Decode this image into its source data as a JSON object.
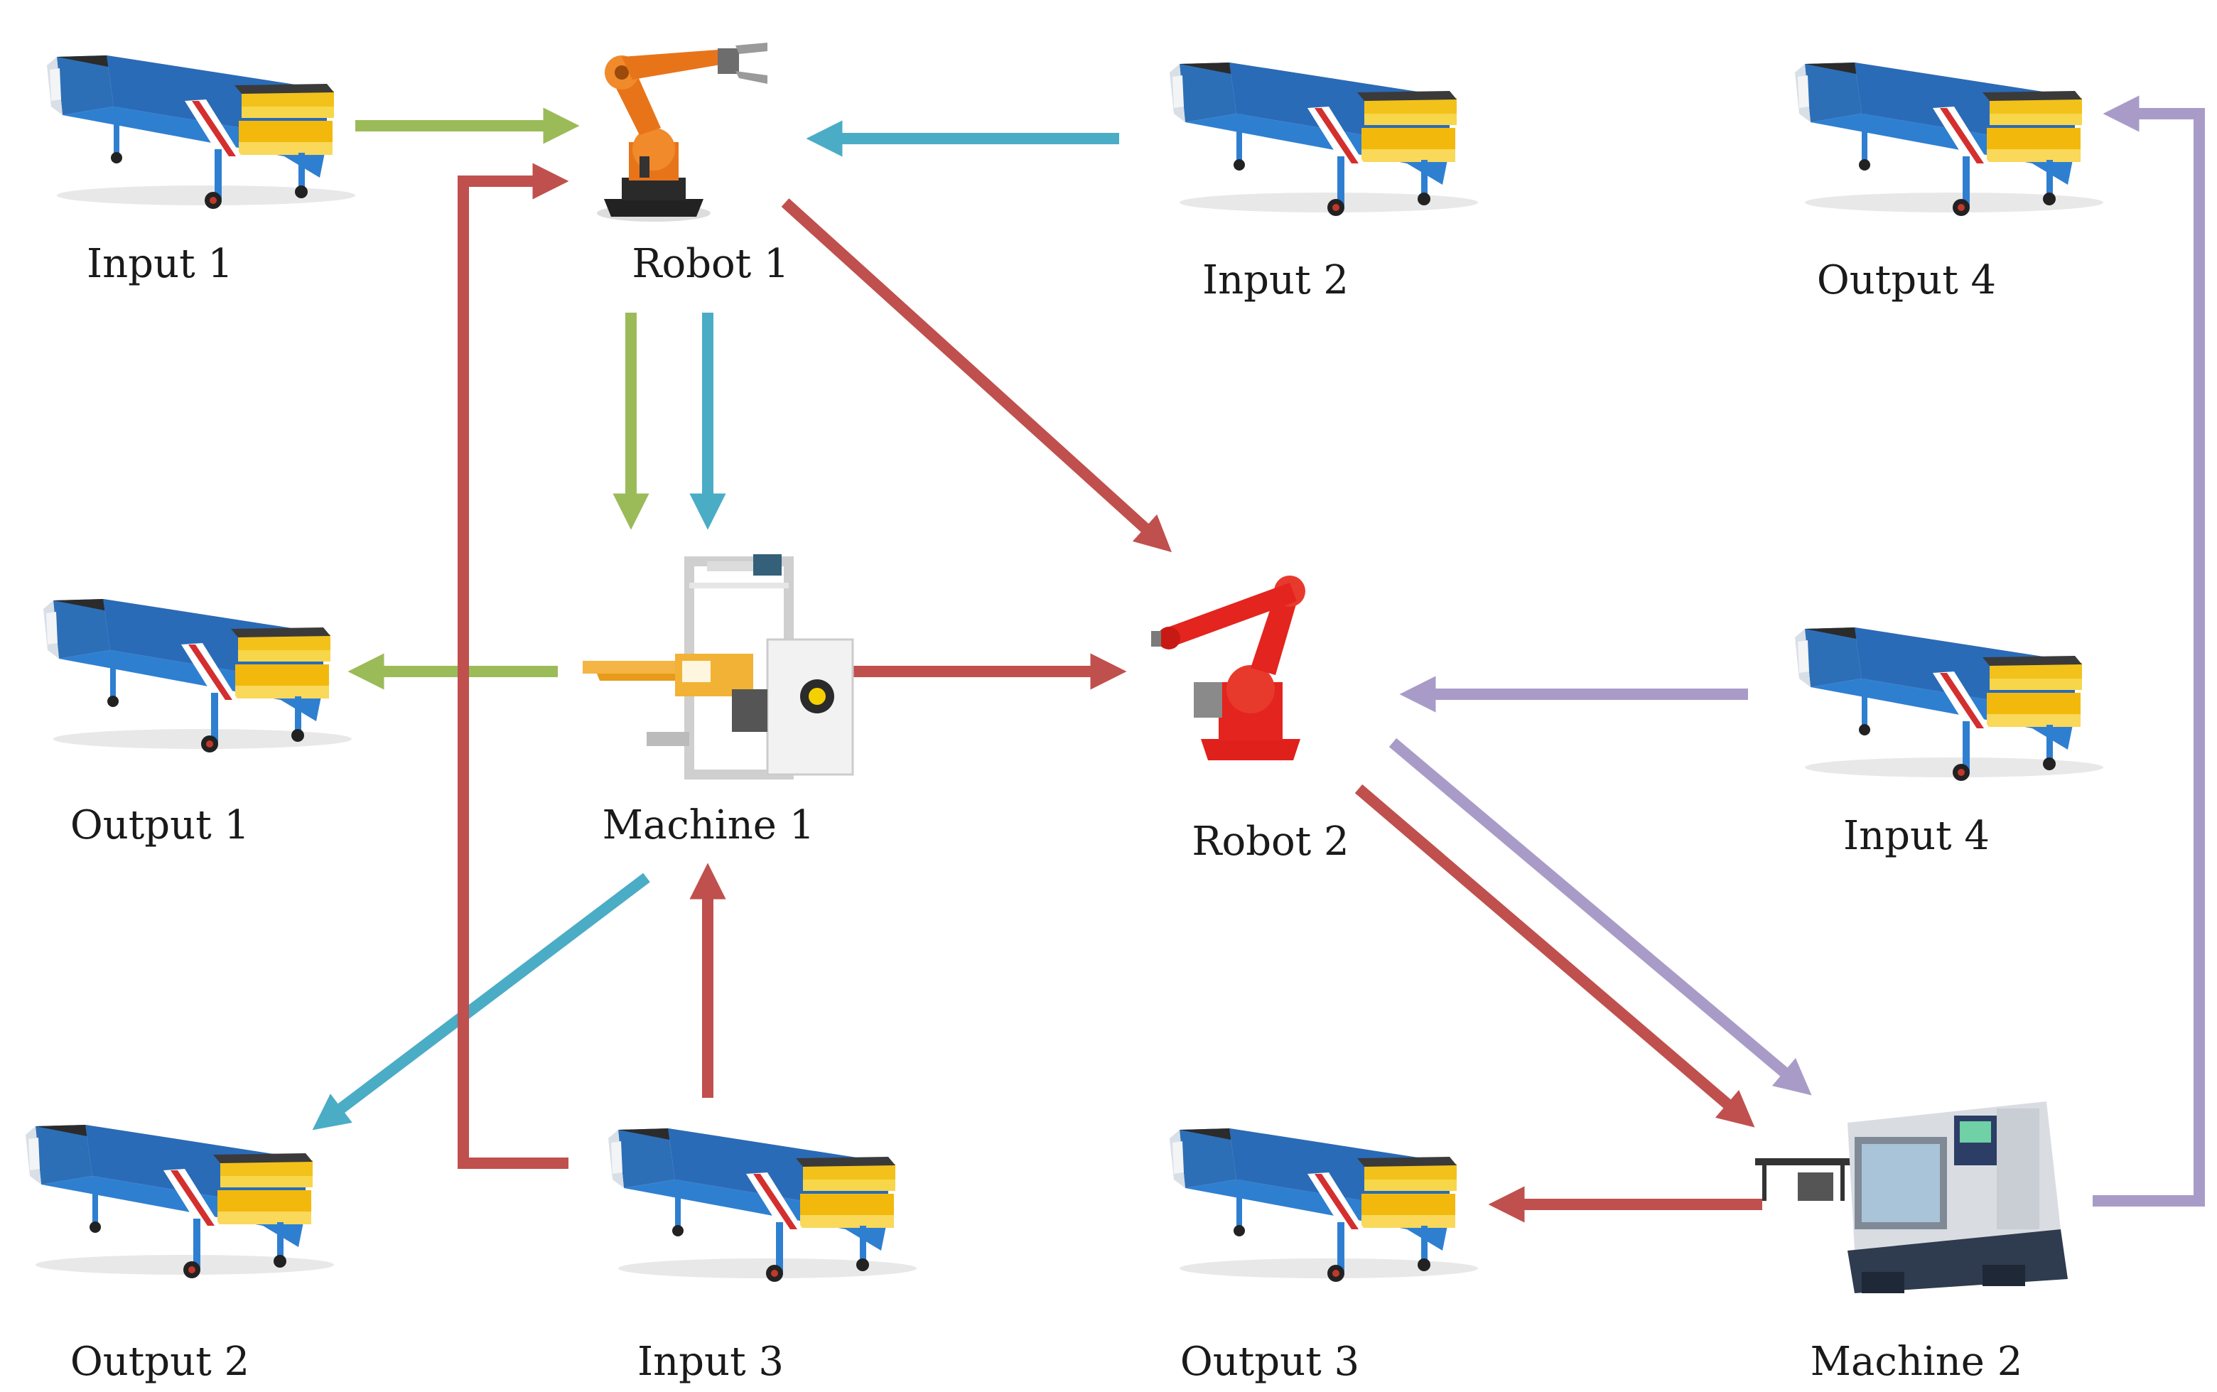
{
  "nodes": {
    "input1": {
      "label": "Input 1",
      "kind": "conveyor"
    },
    "robot1": {
      "label": "Robot 1",
      "kind": "robot-orange"
    },
    "input2": {
      "label": "Input 2",
      "kind": "conveyor"
    },
    "output4": {
      "label": "Output 4",
      "kind": "conveyor"
    },
    "output1": {
      "label": "Output 1",
      "kind": "conveyor"
    },
    "machine1": {
      "label": "Machine 1",
      "kind": "packing-machine"
    },
    "robot2": {
      "label": "Robot 2",
      "kind": "robot-red"
    },
    "input4": {
      "label": "Input 4",
      "kind": "conveyor"
    },
    "output2": {
      "label": "Output 2",
      "kind": "conveyor"
    },
    "input3": {
      "label": "Input 3",
      "kind": "conveyor"
    },
    "output3": {
      "label": "Output 3",
      "kind": "conveyor"
    },
    "machine2": {
      "label": "Machine 2",
      "kind": "cnc-lathe"
    }
  },
  "flow_colors": {
    "green": "#9bbb59",
    "cyan": "#4bacc6",
    "red": "#c0504d",
    "purple": "#a99bc8"
  },
  "flows": [
    {
      "color": "green",
      "path": [
        "input1",
        "robot1",
        "machine1",
        "output1"
      ]
    },
    {
      "color": "cyan",
      "path": [
        "input2",
        "robot1",
        "machine1",
        "output2"
      ]
    },
    {
      "color": "red",
      "path": [
        "input3",
        "robot1",
        "robot2",
        "machine2",
        "output3"
      ]
    },
    {
      "color": "red",
      "path": [
        "input3",
        "machine1",
        "robot2"
      ]
    },
    {
      "color": "purple",
      "path": [
        "input4",
        "robot2",
        "machine2",
        "output4"
      ]
    }
  ]
}
